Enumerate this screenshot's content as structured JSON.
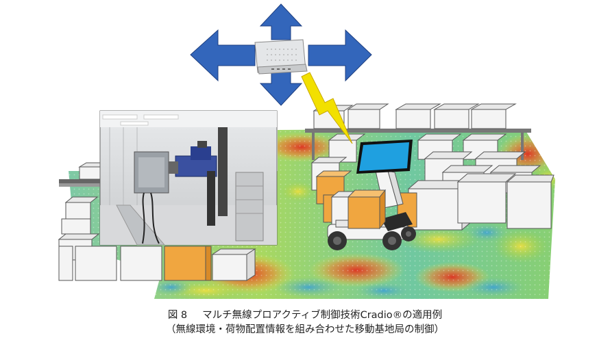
{
  "figure": {
    "label": "図 8",
    "title": "マルチ無線プロアクティブ制御技術Cradio®の適用例",
    "subtitle": "（無線環境・荷物配置情報を組み合わせた移動基地局の制御）"
  },
  "colors": {
    "arrow": "#3366bb",
    "lightning": "#f2e000",
    "box_white": "#f4f4f4",
    "box_orange": "#f0a640",
    "robot_screen": "#1fa0e0",
    "heatmap_low": "#3a9fd8",
    "heatmap_mid": "#f0e040",
    "heatmap_high": "#e03020"
  },
  "icons": [
    "four-way-arrow-icon",
    "access-point-icon",
    "lightning-bolt-icon",
    "mobile-robot-icon",
    "monitor-icon"
  ]
}
